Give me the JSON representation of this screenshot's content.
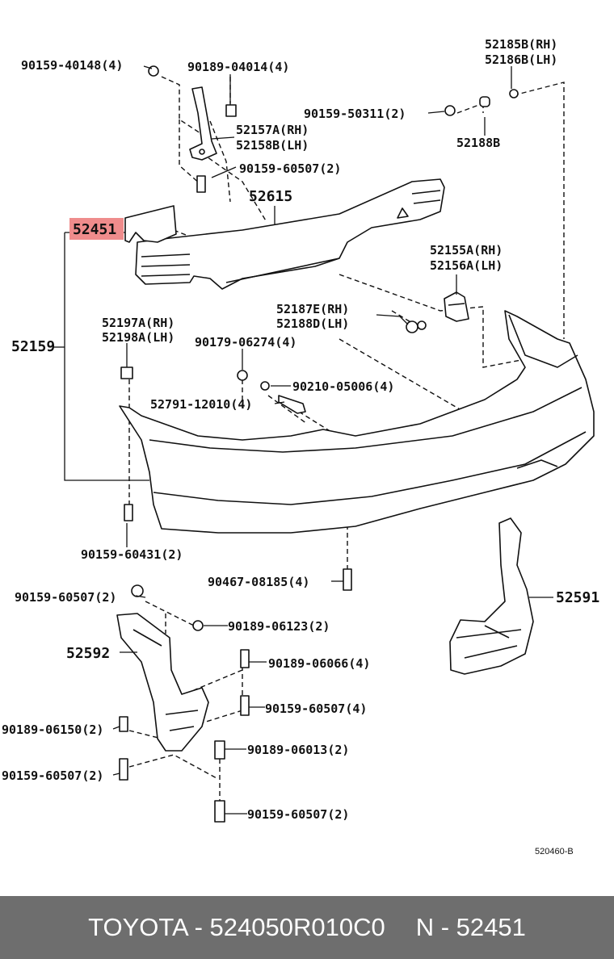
{
  "callouts": {
    "p90159_40148": "90159-40148(4)",
    "p90189_04014": "90189-04014(4)",
    "p52185B": "52185B(RH)",
    "p52186B": "52186B(LH)",
    "p90159_50311": "90159-50311(2)",
    "p52157A": "52157A(RH)",
    "p52158B": "52158B(LH)",
    "p52188B": "52188B",
    "p90159_60507_a": "90159-60507(2)",
    "p52615": "52615",
    "p52451": "52451",
    "p52155A": "52155A(RH)",
    "p52156A": "52156A(LH)",
    "p52187E": "52187E(RH)",
    "p52188D": "52188D(LH)",
    "p52197A": "52197A(RH)",
    "p52198A": "52198A(LH)",
    "p52159": "52159",
    "p90179_06274": "90179-06274(4)",
    "p90210_05006": "90210-05006(4)",
    "p52791_12010": "52791-12010(4)",
    "p90159_60431": "90159-60431(2)",
    "p90467_08185": "90467-08185(4)",
    "p52591": "52591",
    "p90159_60507_b": "90159-60507(2)",
    "p90189_06123": "90189-06123(2)",
    "p52592": "52592",
    "p90189_06066": "90189-06066(4)",
    "p90159_60507_c": "90159-60507(4)",
    "p90189_06150": "90189-06150(2)",
    "p90189_06013": "90189-06013(2)",
    "p90159_60507_d": "90159-60507(2)",
    "p90159_60507_e": "90159-60507(2)"
  },
  "figure_code": "520460-B",
  "highlight_color": "#ef8c8c",
  "footer": {
    "brand_part": "TOYOTA - 524050R010C0",
    "ref_part": "N - 52451",
    "background": "#6e6e6e"
  }
}
